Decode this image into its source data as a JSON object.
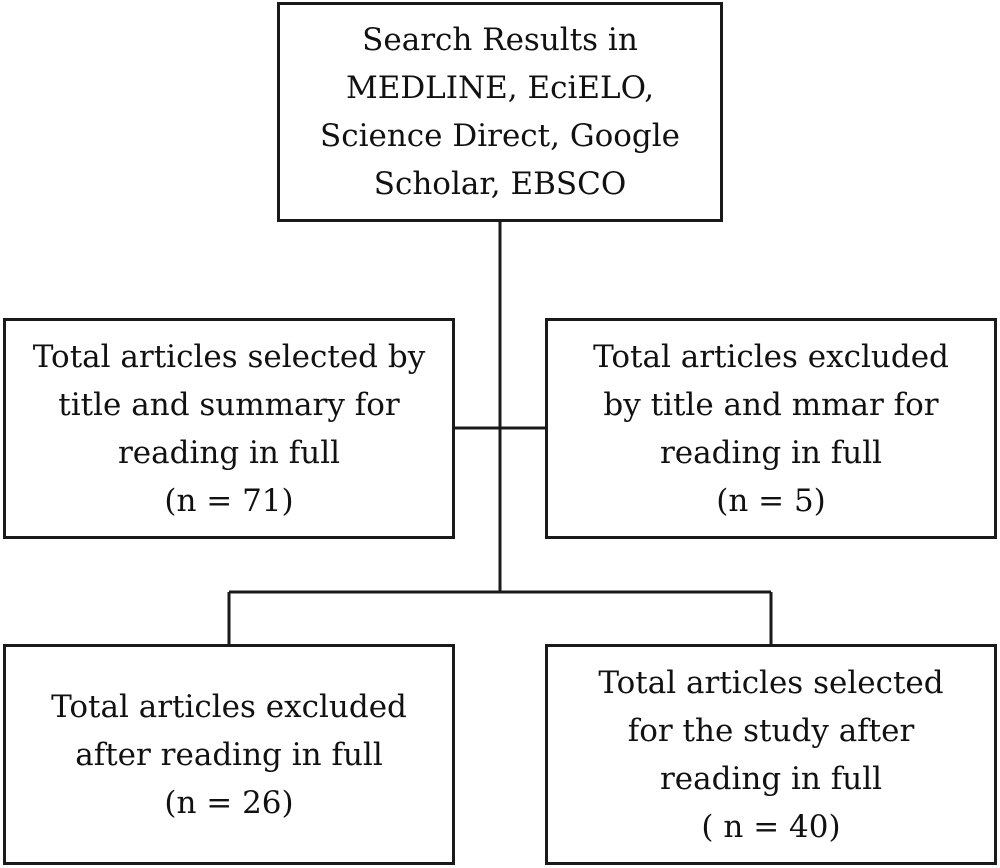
{
  "flowchart": {
    "search_box": {
      "lines": [
        "Search Results in",
        "MEDLINE, EciELO,",
        "Science Direct, Google",
        "Scholar, EBSCO"
      ]
    },
    "selected_title_summary_box": {
      "lines": [
        "Total articles selected by",
        "title and summary for",
        "reading in full",
        "(n = 71)"
      ]
    },
    "excluded_title_box": {
      "lines": [
        "Total articles excluded",
        "by title and mmar for",
        "reading in full",
        "(n = 5)"
      ]
    },
    "excluded_full_reading_box": {
      "lines": [
        "Total articles excluded",
        "after reading in full",
        "(n = 26)"
      ]
    },
    "selected_study_box": {
      "lines": [
        "Total articles selected",
        "for the study after",
        "reading in full",
        "( n = 40)"
      ]
    }
  }
}
